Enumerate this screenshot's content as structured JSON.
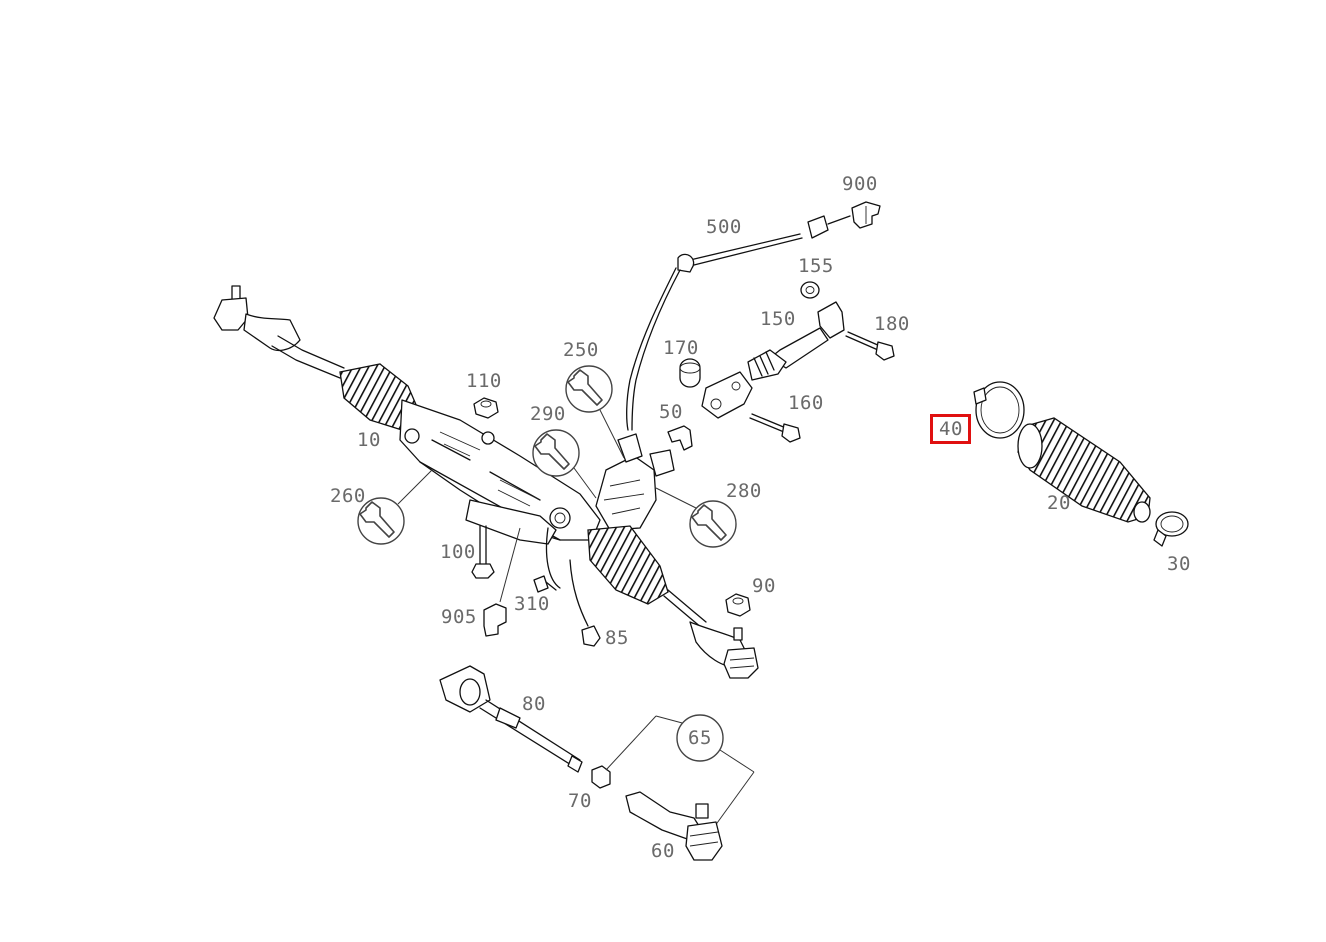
{
  "diagram": {
    "labels": {
      "p900": "900",
      "p500": "500",
      "p155": "155",
      "p150": "150",
      "p180": "180",
      "p170": "170",
      "p250": "250",
      "p110": "110",
      "p290": "290",
      "p50": "50",
      "p160": "160",
      "p40": "40",
      "p10": "10",
      "p280": "280",
      "p260": "260",
      "p20": "20",
      "p100": "100",
      "p90": "90",
      "p30": "30",
      "p310": "310",
      "p905": "905",
      "p85": "85",
      "p80": "80",
      "p65": "65",
      "p70": "70",
      "p60": "60"
    },
    "selected_part": "40",
    "highlight_color": "#e01010"
  }
}
